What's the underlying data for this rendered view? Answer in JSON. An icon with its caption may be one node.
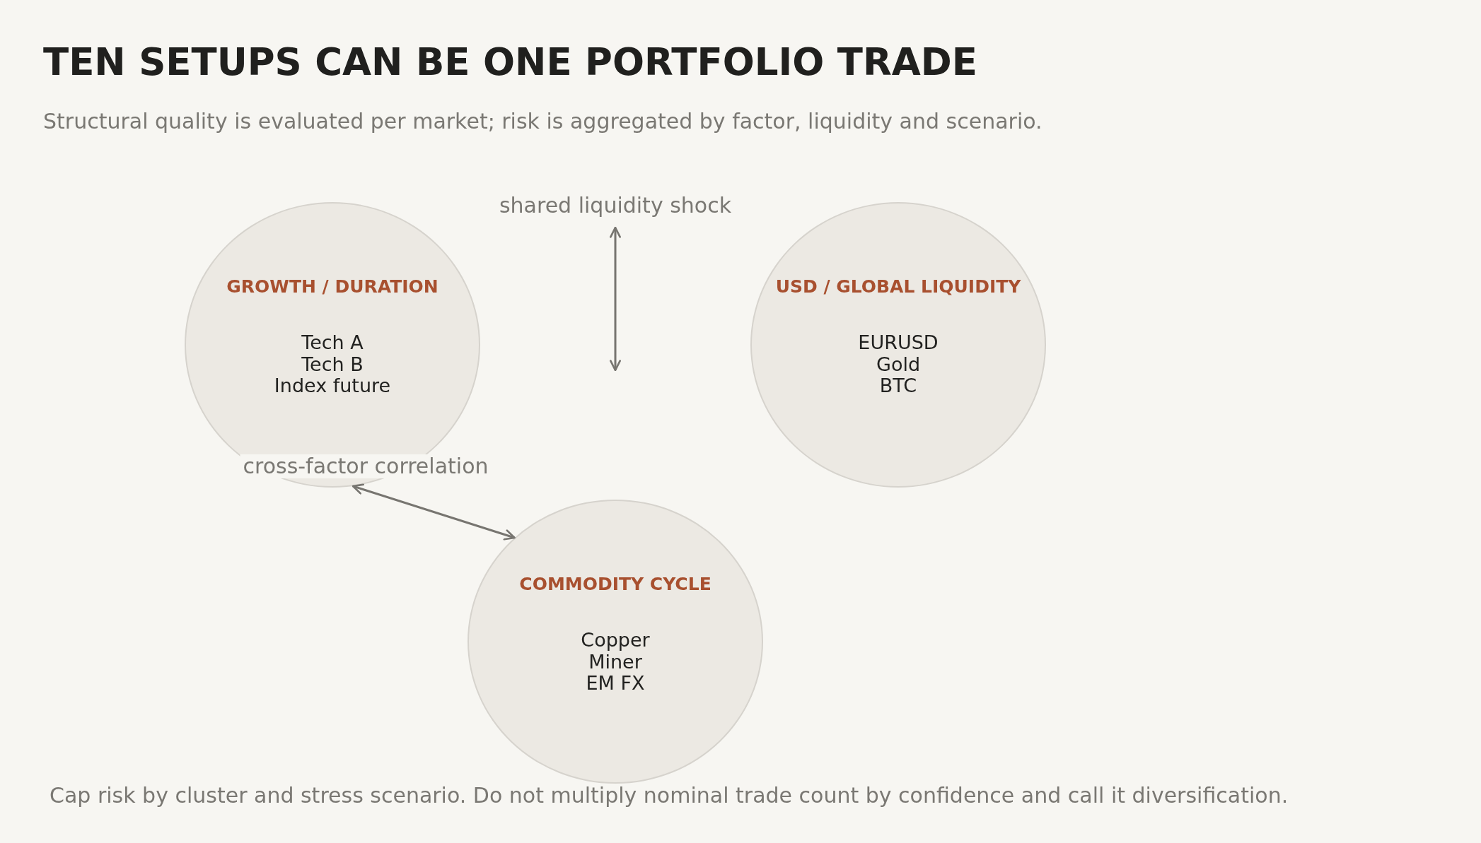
{
  "diagram": {
    "title": "TEN SETUPS CAN BE ONE PORTFOLIO TRADE",
    "caption": "Cap risk by cluster and stress scenario. Do not multiply nominal trade count by confidence and call it diversification.",
    "nodes": [
      {
        "text": [
          "GROWTH / DURATION",
          "Tech A",
          "Tech B",
          "Index future"
        ]
      },
      {
        "text": [
          "USD / GLOBAL LIQUIDITY",
          "EURUSD",
          "Gold",
          "BTC"
        ]
      },
      {
        "text": [
          "COMMODITY CYCLE",
          "Copper",
          "Miner",
          "EM FX"
        ]
      }
    ],
    "edges": [
      {
        "from": 0,
        "to": 2,
        "arrow": "both",
        "label": "cross-factor correlation"
      }
    ],
    "labels": [
      "Structural quality is evaluated per market; risk is aggregated by factor, liquidity and scenario.",
      "shared liquidity shock"
    ]
  }
}
